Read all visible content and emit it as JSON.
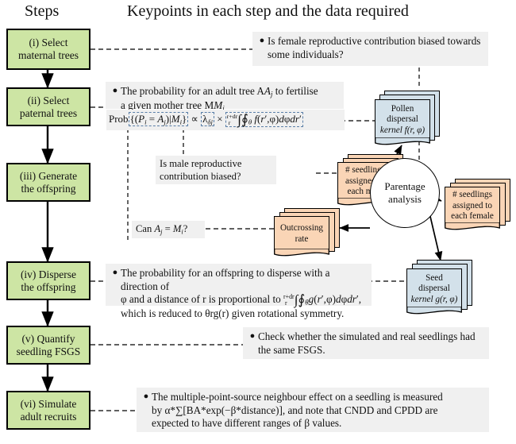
{
  "headers": {
    "left": "Steps",
    "right": "Keypoints in each step and the data required"
  },
  "steps": [
    {
      "id": "step-1",
      "line1": "(i) Select",
      "line2": "maternal trees"
    },
    {
      "id": "step-2",
      "line1": "(ii) Select",
      "line2": "paternal trees"
    },
    {
      "id": "step-3",
      "line1": "(iii) Generate",
      "line2": "the offspring"
    },
    {
      "id": "step-4",
      "line1": "(iv) Disperse",
      "line2": "the offspring"
    },
    {
      "id": "step-5",
      "line1": "(v) Quantify",
      "line2": "seedling FSGS"
    },
    {
      "id": "step-6",
      "line1": "(vi) Simulate",
      "line2": "adult recruits"
    }
  ],
  "bullets": {
    "b1": "Is female reproductive contribution biased towards some individuals?",
    "b2_line1": "The probability for an adult tree A",
    "b2_line1b": " to fertilise",
    "b2_line2": "a given mother tree M",
    "b2_formula": "Prob{(Pi = Aj)|Mi} ∝ λδj × ∫(r to r+dr) ∮θ f(r′, φ)dφdr′",
    "b4_line1": "The probability for an offspring to disperse with a direction of",
    "b4_line2a": "φ and a distance of r is proportional to ",
    "b4_line2b": " ∮θ g(r′, φ)dφdr′,",
    "b4_line3": "which is reduced to θrg(r) given rotational symmetry.",
    "b5": "Check whether the simulated and real seedlings had the same FSGS.",
    "b6_line1": "The multiple-point-source neighbour effect on a seedling is measured",
    "b6_line2": "by α*∑[BA*exp(−β*distance)], and note that CNDD and CPDD are",
    "b6_line3": "expected to have different ranges of β values."
  },
  "questions": {
    "male_bias": "Is male reproductive contribution biased?",
    "selfing": "Can Aj = Mi?"
  },
  "data_cards": {
    "pollen_kernel": {
      "l1": "Pollen",
      "l2": "dispersal",
      "l3": "kernel f(r, φ)"
    },
    "seed_kernel": {
      "l1": "Seed",
      "l2": "dispersal",
      "l3": "kernel g(r, φ)"
    },
    "male_seedlings": {
      "l1": "# seedlings",
      "l2": "assigned to",
      "l3": "each male"
    },
    "female_seedlings": {
      "l1": "# seedlings",
      "l2": "assigned to",
      "l3": "each female"
    },
    "outcrossing": {
      "l1": "Outcrossing",
      "l2": "rate",
      "l3": ""
    }
  },
  "analysis_node": {
    "l1": "Parentage",
    "l2": "analysis"
  },
  "colors": {
    "step_box_fill": "#cde5a4",
    "bullet_fill": "#f0f0f0",
    "card_blue": "#d3e1ea",
    "card_peach": "#fad5b6",
    "stroke": "#000000",
    "dash_blue": "#5a7fa8"
  }
}
